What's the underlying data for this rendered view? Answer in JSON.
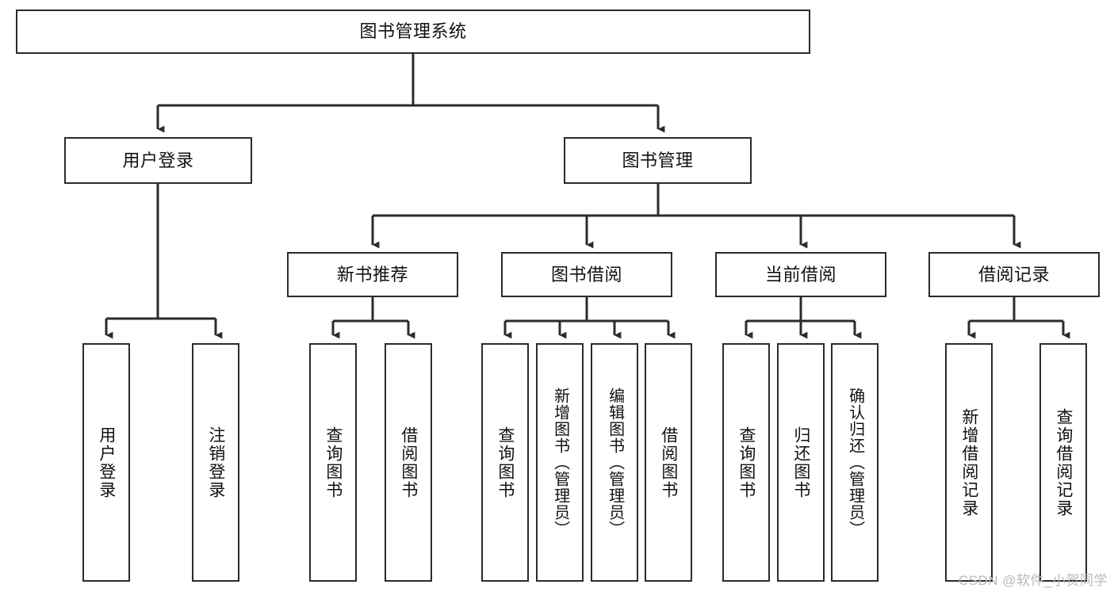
{
  "diagram": {
    "type": "tree",
    "title": "图书管理系统",
    "root": {
      "id": "root",
      "label": "图书管理系统"
    },
    "level2": [
      {
        "id": "user-login",
        "label": "用户登录"
      },
      {
        "id": "book-manage",
        "label": "图书管理"
      }
    ],
    "level3": [
      {
        "id": "new-book-recommend",
        "label": "新书推荐",
        "parent": "book-manage"
      },
      {
        "id": "book-borrow",
        "label": "图书借阅",
        "parent": "book-manage"
      },
      {
        "id": "current-borrow",
        "label": "当前借阅",
        "parent": "book-manage"
      },
      {
        "id": "borrow-record",
        "label": "借阅记录",
        "parent": "book-manage"
      }
    ],
    "leaves": [
      {
        "id": "leaf-user-login",
        "label": "用户登录",
        "parent": "user-login"
      },
      {
        "id": "leaf-logout-login",
        "label": "注销登录",
        "parent": "user-login"
      },
      {
        "id": "leaf-query-book-1",
        "label": "查询图书",
        "parent": "new-book-recommend"
      },
      {
        "id": "leaf-borrow-book-1",
        "label": "借阅图书",
        "parent": "new-book-recommend"
      },
      {
        "id": "leaf-query-book-2",
        "label": "查询图书",
        "parent": "book-borrow"
      },
      {
        "id": "leaf-add-book",
        "label": "新增图书（管理员）",
        "parent": "book-borrow"
      },
      {
        "id": "leaf-edit-book",
        "label": "编辑图书（管理员）",
        "parent": "book-borrow"
      },
      {
        "id": "leaf-borrow-book-2",
        "label": "借阅图书",
        "parent": "book-borrow"
      },
      {
        "id": "leaf-query-book-3",
        "label": "查询图书",
        "parent": "current-borrow"
      },
      {
        "id": "leaf-return-book",
        "label": "归还图书",
        "parent": "current-borrow"
      },
      {
        "id": "leaf-confirm-return",
        "label": "确认归还（管理员）",
        "parent": "current-borrow"
      },
      {
        "id": "leaf-add-record",
        "label": "新增借阅记录",
        "parent": "borrow-record"
      },
      {
        "id": "leaf-query-record",
        "label": "查询借阅记录",
        "parent": "borrow-record"
      }
    ],
    "colors": {
      "stroke": "#2b2b2b",
      "fill": "#ffffff",
      "text": "#111111",
      "watermark": "#b9b9b9"
    }
  },
  "watermark": {
    "text": "CSDN @软件_小贺同学"
  }
}
